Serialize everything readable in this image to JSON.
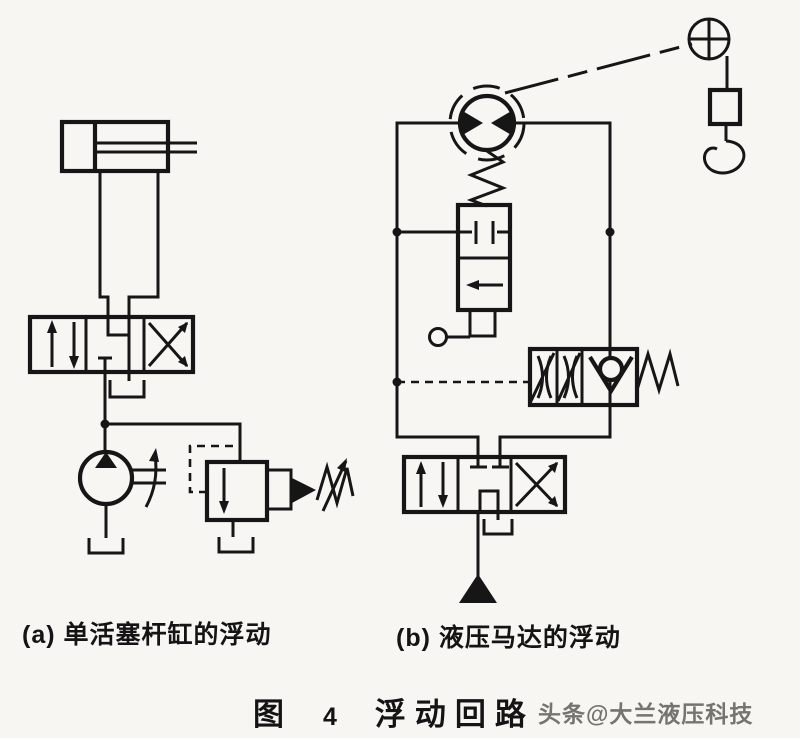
{
  "figure": {
    "caption_a": "(a) 单活塞杆缸的浮动",
    "caption_b": "(b) 液压马达的浮动",
    "figure_label": "图",
    "figure_number": "4",
    "figure_title": "浮动回路",
    "watermark": "头条@大兰液压科技"
  },
  "colors": {
    "ink": "#161616",
    "paper": "#f7f6f3",
    "watermark_text": "#767470"
  }
}
